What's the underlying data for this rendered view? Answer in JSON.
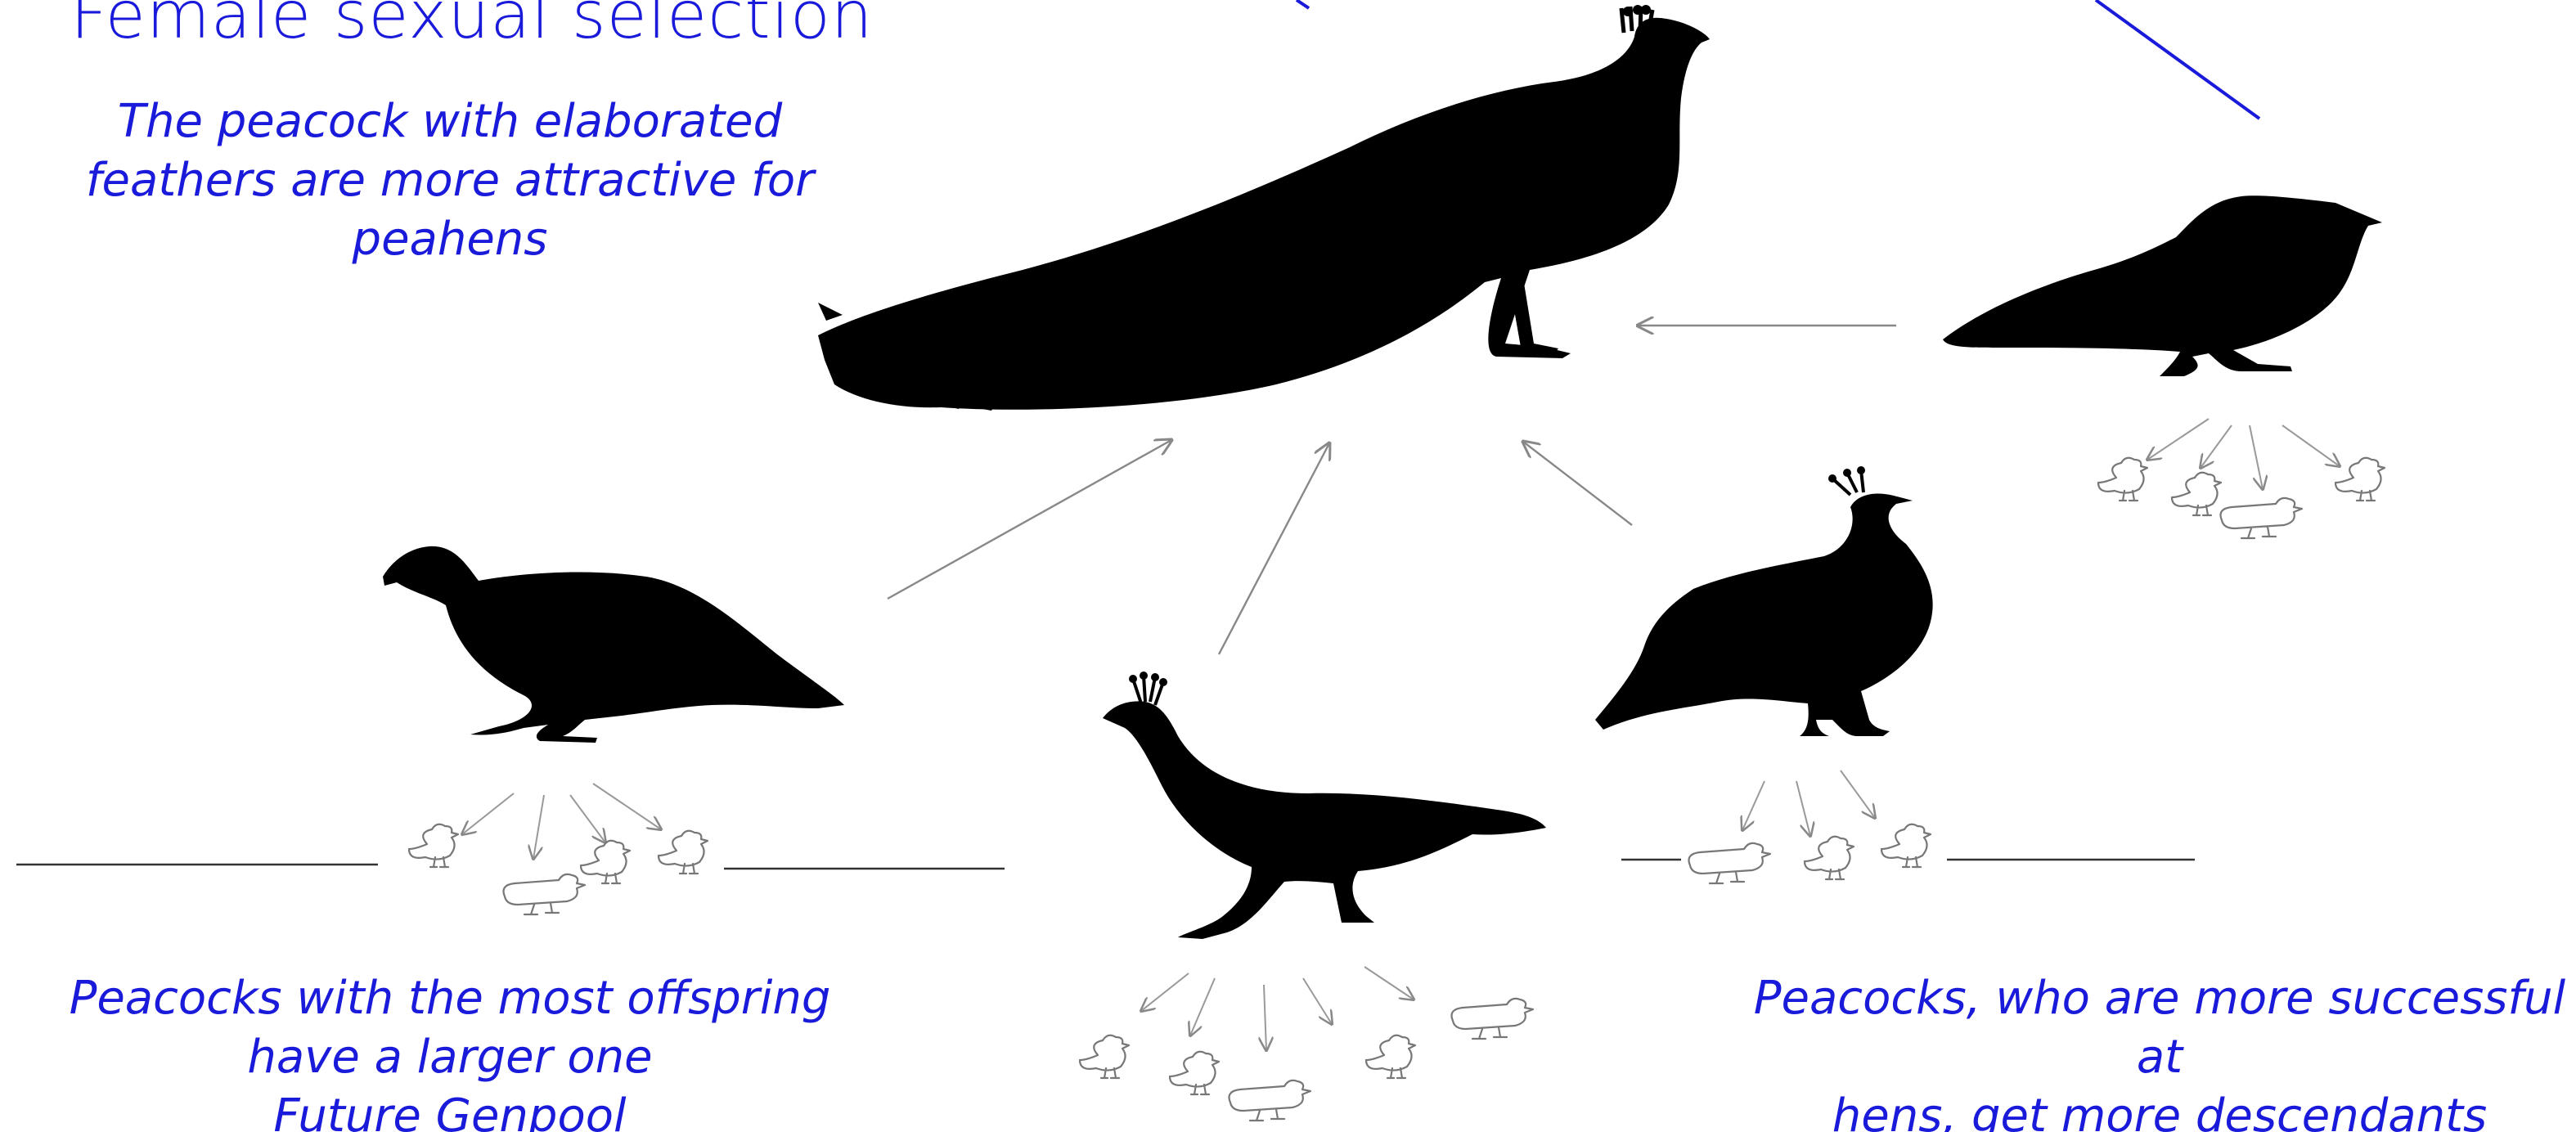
{
  "title": "Female sexual selection",
  "captions": {
    "top_left": [
      "The peacock with elaborated",
      "feathers are more attractive for",
      "peahens"
    ],
    "bottom_left": [
      "Peacocks with the most offspring",
      "have a larger one",
      "Future Genpool"
    ],
    "bottom_right": [
      "Peacocks, who are more successful at",
      "hens, get more descendants"
    ]
  },
  "icons": {
    "peacock_large": "peacock-silhouette-icon",
    "peahen": "peahen-silhouette-icon",
    "peacock_small": "peacock-silhouette-icon",
    "peahen_crested": "crested-peahen-silhouette-icon",
    "chick": "chick-outline-icon"
  },
  "colors": {
    "text": "#1a1adb",
    "silhouette": "#000000",
    "arrow": "#888888",
    "accent_line": "#1a1adb"
  }
}
